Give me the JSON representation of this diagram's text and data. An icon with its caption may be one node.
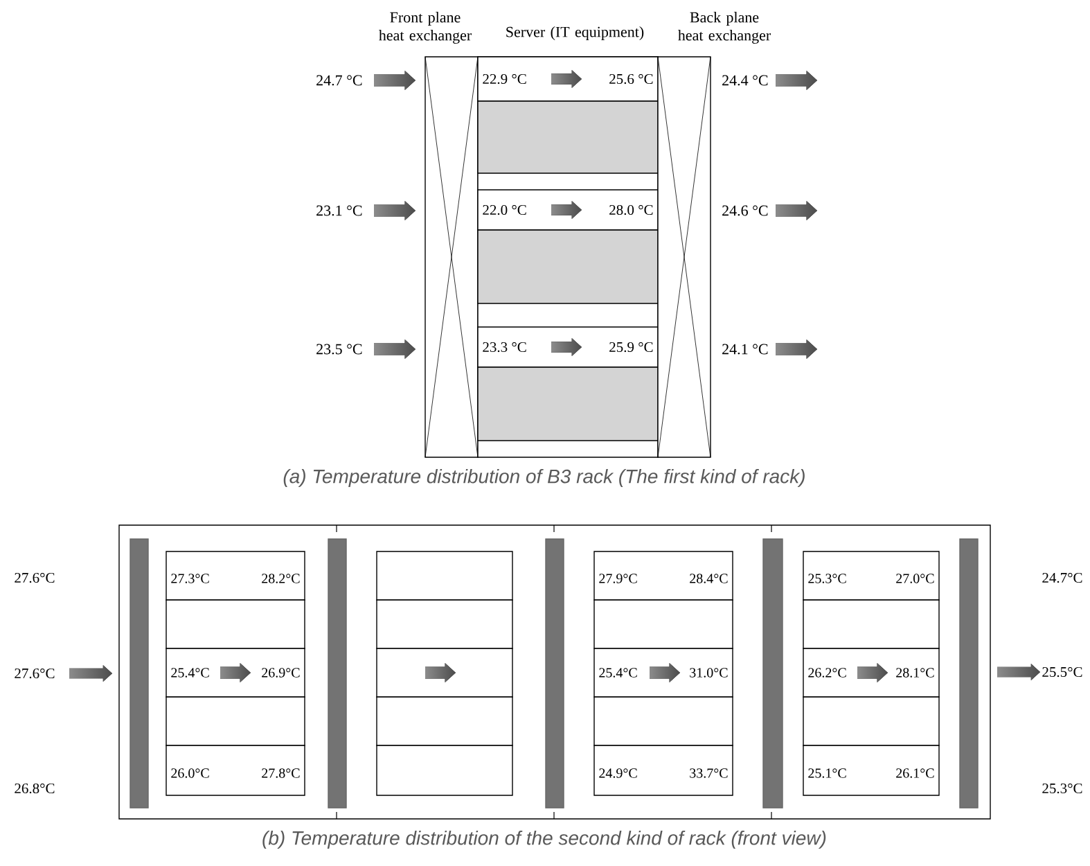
{
  "diagram": {
    "nodes": [
      {
        "text": [
          "Front plane heat exchanger"
        ]
      },
      {
        "text": [
          "Server (IT equipment)"
        ]
      },
      {
        "text": [
          "22.9 °C",
          "25.6 °C"
        ],
        "in": 1
      },
      {
        "text": [],
        "shape": "box",
        "in": 1
      },
      {
        "text": [
          "22.0 °C",
          "28.0 °C"
        ],
        "in": 1
      },
      {
        "text": [],
        "shape": "box",
        "in": 1
      },
      {
        "text": [
          "23.3 °C",
          "25.9 °C"
        ],
        "in": 1
      },
      {
        "text": [],
        "shape": "box",
        "in": 1
      },
      {
        "text": [
          "Back plane heat exchanger"
        ]
      },
      {
        "text": [],
        "shape": "box"
      },
      {
        "text": [],
        "shape": "bar",
        "in": 9
      },
      {
        "text": [
          "27.3°C",
          "28.2°C"
        ],
        "in": 9
      },
      {
        "text": [],
        "shape": "box",
        "in": 9
      },
      {
        "text": [
          "25.4°C",
          "26.9°C"
        ],
        "in": 9
      },
      {
        "text": [],
        "shape": "box",
        "in": 9
      },
      {
        "text": [
          "26.0°C",
          "27.8°C"
        ],
        "in": 9
      },
      {
        "text": [],
        "shape": "bar",
        "in": 9
      },
      {
        "text": [],
        "shape": "box",
        "in": 9
      },
      {
        "text": [],
        "shape": "box",
        "in": 9
      },
      {
        "text": [],
        "shape": "box",
        "in": 9
      },
      {
        "text": [],
        "shape": "box",
        "in": 9
      },
      {
        "text": [],
        "shape": "box",
        "in": 9
      },
      {
        "text": [],
        "shape": "bar",
        "in": 9
      },
      {
        "text": [
          "27.9°C",
          "28.4°C"
        ],
        "in": 9
      },
      {
        "text": [],
        "shape": "box",
        "in": 9
      },
      {
        "text": [
          "25.4°C",
          "31.0°C"
        ],
        "in": 9
      },
      {
        "text": [],
        "shape": "box",
        "in": 9
      },
      {
        "text": [
          "24.9°C",
          "33.7°C"
        ],
        "in": 9
      },
      {
        "text": [],
        "shape": "bar",
        "in": 9
      },
      {
        "text": [
          "25.3°C",
          "27.0°C"
        ],
        "in": 9
      },
      {
        "text": [],
        "shape": "box",
        "in": 9
      },
      {
        "text": [
          "26.2°C",
          "28.1°C"
        ],
        "in": 9
      },
      {
        "text": [],
        "shape": "box",
        "in": 9
      },
      {
        "text": [
          "25.1°C",
          "26.1°C"
        ],
        "in": 9
      },
      {
        "text": [],
        "shape": "bar",
        "in": 9
      }
    ],
    "labels": [
      "24.7 °C",
      "24.4 °C",
      "23.1 °C",
      "24.6 °C",
      "23.5 °C",
      "24.1 °C",
      "(a) Temperature distribution of B3 rack (The first kind of rack)",
      "27.6°C",
      "24.7°C",
      "27.6°C",
      "25.5°C",
      "26.8°C",
      "25.3°C",
      "(b) Temperature distribution of the second kind of rack (front view)"
    ]
  }
}
